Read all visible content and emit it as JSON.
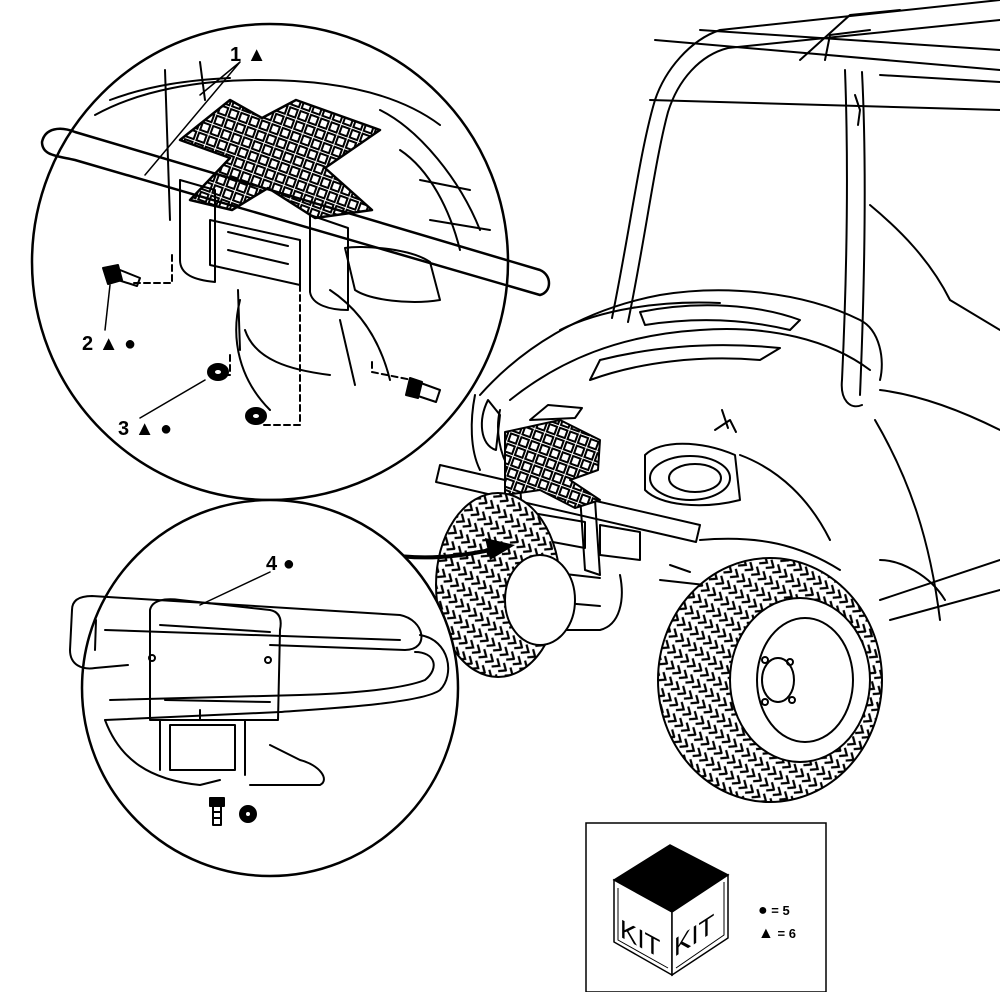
{
  "callouts": [
    {
      "num": "1",
      "symbols": "▲"
    },
    {
      "num": "2",
      "symbols": "▲ ●"
    },
    {
      "num": "3",
      "symbols": "▲ ●"
    },
    {
      "num": "4",
      "symbols": "●"
    }
  ],
  "kit": {
    "face_left": "KIT",
    "face_right": "KIT",
    "legend": [
      {
        "symbol": "●",
        "equals": "=",
        "value": "5"
      },
      {
        "symbol": "▲",
        "equals": "=",
        "value": "6"
      }
    ]
  }
}
